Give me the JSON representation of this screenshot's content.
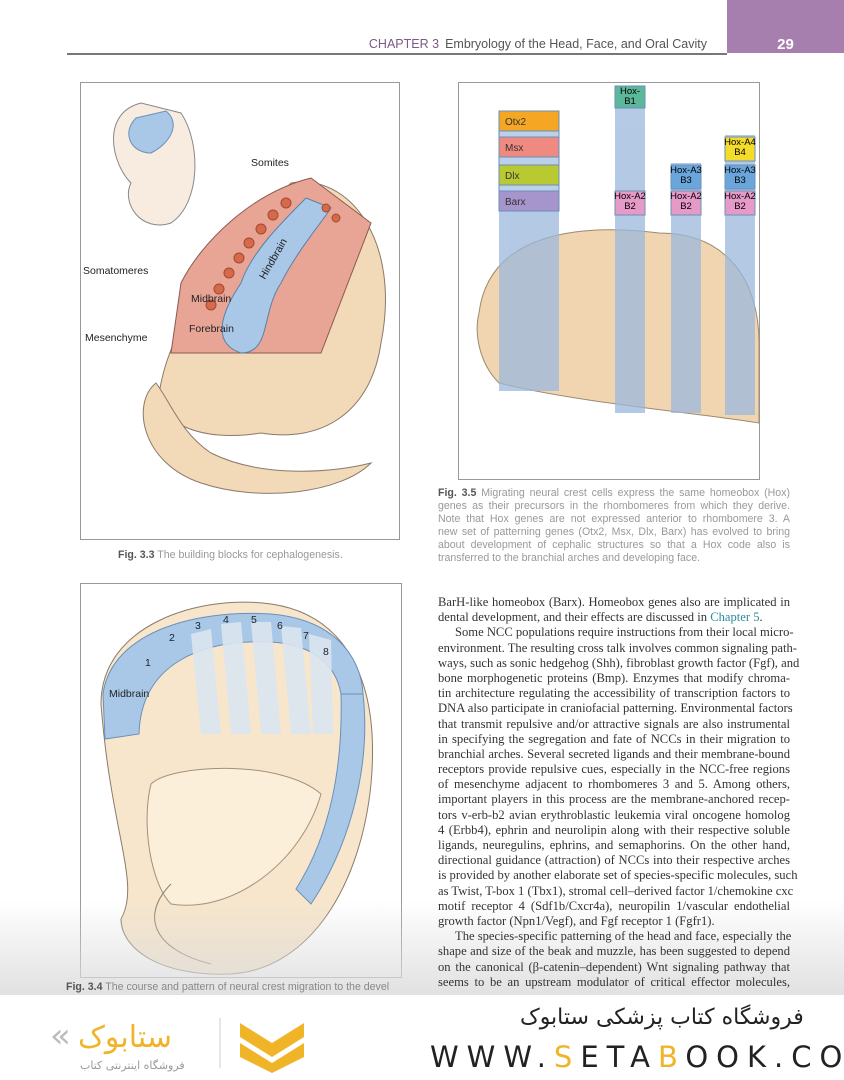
{
  "header": {
    "chapter": "CHAPTER 3",
    "title": "Embryology of the Head, Face, and Oral Cavity",
    "page_number": "29",
    "accent": "#a67fae"
  },
  "fig33": {
    "labels": {
      "somites": "Somites",
      "somatomeres": "Somatomeres",
      "hindbrain": "Hindbrain",
      "midbrain": "Midbrain",
      "forebrain": "Forebrain",
      "mesenchyme": "Mesenchyme"
    },
    "caption_label": "Fig. 3.3",
    "caption_text": "The building blocks for cephalogenesis."
  },
  "fig35": {
    "left_genes": [
      "Otx2",
      "Msx",
      "Dlx",
      "Barx"
    ],
    "hox": {
      "b1": "Hox-B1",
      "a2b2": "Hox-A2 B2",
      "a3b3": "Hox-A3 B3",
      "a4b4": "Hox-A4 B4"
    },
    "caption_label": "Fig. 3.5",
    "caption_lines": [
      "Migrating neural crest cells express the same homeobox (Hox)",
      "genes as their precursors in the rhombomeres from which they derive.",
      "Note that Hox genes are not expressed anterior to rhombomere 3. A",
      "new set of patterning genes (Otx2, Msx, Dlx, Barx) has evolved to bring",
      "about development of cephalic structures so that a Hox code also is",
      "transferred to the branchial arches and developing face."
    ]
  },
  "fig34": {
    "numbers": [
      "1",
      "2",
      "3",
      "4",
      "5",
      "6",
      "7",
      "8"
    ],
    "midbrain": "Midbrain",
    "caption_label": "Fig. 3.4",
    "caption_text": "The course and pattern of neural crest migration to the devel"
  },
  "body": {
    "line1": "BarH-like homeobox (Barx). Homeobox genes also are implicated in",
    "line2_pre": "dental development, and their effects are discussed in ",
    "line2_link": "Chapter 5",
    "line2_post": ".",
    "lines": [
      "Some NCC populations require instructions from their local micro-",
      "environment. The resulting cross talk involves common signaling path-",
      "ways, such as sonic hedgehog (Shh), fibroblast growth factor (Fgf), and",
      "bone morphogenetic proteins (Bmp). Enzymes that modify chroma-",
      "tin architecture regulating the accessibility of transcription factors to",
      "DNA also participate in craniofacial patterning. Environmental factors",
      "that transmit repulsive and/or attractive signals are also instrumental",
      "in specifying the segregation and fate of NCCs in their migration to",
      "branchial arches. Several secreted ligands and their membrane-bound",
      "receptors provide repulsive cues, especially in the NCC-free regions",
      "of mesenchyme adjacent to rhombomeres 3 and 5. Among others,",
      "important players in this process are the membrane-anchored recep-",
      "tors v-erb-b2 avian erythroblastic leukemia viral oncogene homolog",
      "4 (Erbb4), ephrin and neurolipin along with their respective soluble",
      "ligands, neuregulins, ephrins, and semaphorins. On the other hand,",
      "directional guidance (attraction) of NCCs into their respective arches",
      "is provided by another elaborate set of species-specific molecules, such",
      "as Twist, T-box 1 (Tbx1), stromal cell–derived factor 1/chemokine cxc",
      "motif receptor 4 (Sdf1b/Cxcr4a), neuropilin 1/vascular endothelial",
      "growth factor (Npn1/Vegf), and Fgf receptor 1 (Fgfr1).",
      "The species-specific patterning of the head and face, especially the",
      "shape and size of the beak and muzzle, has been suggested to depend",
      "on the canonical (β-catenin–dependent) Wnt signaling pathway that",
      "seems to be an upstream modulator of critical effector molecules,"
    ]
  },
  "footer": {
    "shop_name": "فروشگاه کتاب پزشکی ستابوک",
    "site_pre": "WWW.",
    "site_s": "S",
    "site_mid": "ETA",
    "site_b": "B",
    "site_post": "OOK.COM",
    "logo_text": "ستابوک",
    "logo_tagline": "فروشگاه اینترنتی کتاب",
    "brand_color": "#f0b429"
  }
}
